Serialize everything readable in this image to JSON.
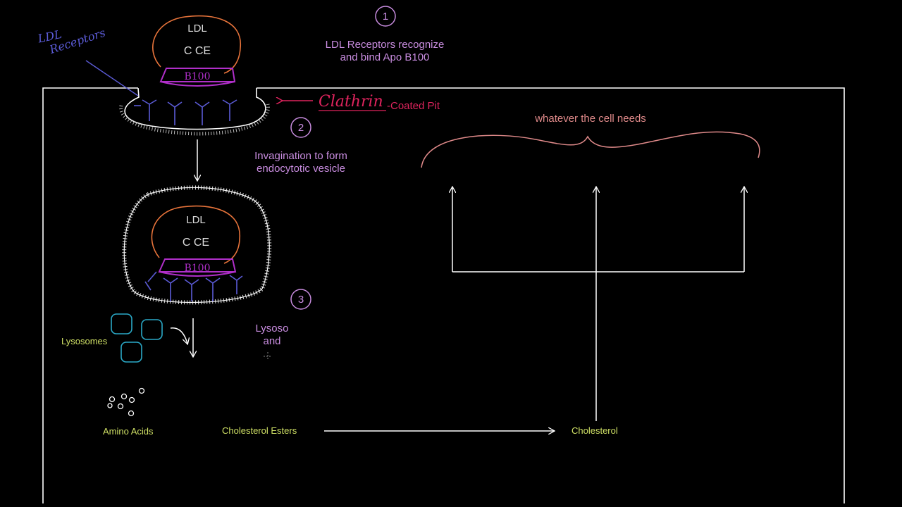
{
  "colors": {
    "background": "#000000",
    "membrane": "#ffffff",
    "ldl_outline": "#e8743b",
    "apo_b100": "#b02fc9",
    "receptor": "#5b5bd6",
    "step_text": "#c98de0",
    "clathrin": "#e0245e",
    "lysosome": "#2aa9c7",
    "label_yellow": "#cfe065",
    "brace": "#e08a8a"
  },
  "steps": {
    "step1": {
      "num": "1",
      "line1": "LDL Receptors recognize",
      "line2": "and bind Apo B100"
    },
    "step2": {
      "num": "2",
      "line1": "Invagination to form",
      "line2": "endocytotic vesicle"
    },
    "step3": {
      "num": "3",
      "line1": "Lysoso",
      "line2": "and"
    }
  },
  "ldl_top": {
    "name": "LDL",
    "contents": "C  CE",
    "apo": "B100"
  },
  "ldl_vesicle": {
    "name": "LDL",
    "contents": "C  CE",
    "apo": "B100"
  },
  "annotations": {
    "ldl_receptors_line1": "LDL",
    "ldl_receptors_line2": "Receptors",
    "clathrin": "Clathrin",
    "coated_pit": "-Coated Pit"
  },
  "labels": {
    "lysosomes": "Lysosomes",
    "amino_acids": "Amino Acids",
    "cholesterol_esters": "Cholesterol Esters",
    "cholesterol": "Cholesterol",
    "cell_needs": "whatever the cell needs"
  }
}
